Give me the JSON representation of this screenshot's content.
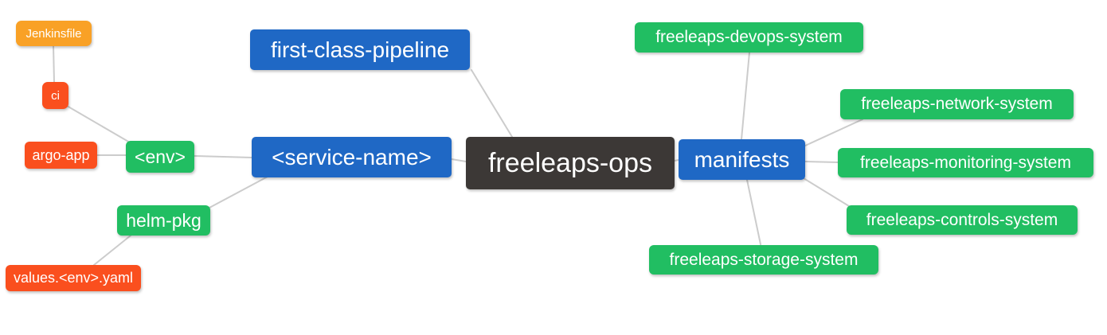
{
  "diagram": {
    "type": "mindmap",
    "background": "#FFFFFF",
    "edge_color": "#CCCCCC",
    "colors": {
      "blue": "#1F68C5",
      "green": "#21BE62",
      "red_orange": "#FA4F1E",
      "amber": "#F9A126",
      "dark": "#3C3836",
      "text": "#FFFFFF"
    },
    "root": {
      "label": "freeleaps-ops"
    },
    "nodes": {
      "first_class_pipeline": {
        "label": "first-class-pipeline"
      },
      "service_name": {
        "label": "<service-name>"
      },
      "manifests": {
        "label": "manifests"
      },
      "env": {
        "label": "<env>"
      },
      "helm_pkg": {
        "label": "helm-pkg"
      },
      "ci": {
        "label": "ci"
      },
      "argo_app": {
        "label": "argo-app"
      },
      "jenkinsfile": {
        "label": "Jenkinsfile"
      },
      "values_env_yaml": {
        "label": "values.<env>.yaml"
      },
      "devops_system": {
        "label": "freeleaps-devops-system"
      },
      "network_system": {
        "label": "freeleaps-network-system"
      },
      "monitoring_system": {
        "label": "freeleaps-monitoring-system"
      },
      "controls_system": {
        "label": "freeleaps-controls-system"
      },
      "storage_system": {
        "label": "freeleaps-storage-system"
      }
    },
    "edges": [
      {
        "from": "jenkinsfile",
        "to": "ci"
      },
      {
        "from": "ci",
        "to": "env"
      },
      {
        "from": "argo_app",
        "to": "env"
      },
      {
        "from": "env",
        "to": "service_name"
      },
      {
        "from": "service_name",
        "to": "helm_pkg"
      },
      {
        "from": "helm_pkg",
        "to": "values_env_yaml"
      },
      {
        "from": "first_class_pipeline",
        "to": "freeleaps_ops"
      },
      {
        "from": "service_name",
        "to": "freeleaps_ops"
      },
      {
        "from": "freeleaps_ops",
        "to": "manifests"
      },
      {
        "from": "manifests",
        "to": "devops_system"
      },
      {
        "from": "manifests",
        "to": "network_system"
      },
      {
        "from": "manifests",
        "to": "monitoring_system"
      },
      {
        "from": "manifests",
        "to": "controls_system"
      },
      {
        "from": "manifests",
        "to": "storage_system"
      }
    ]
  }
}
